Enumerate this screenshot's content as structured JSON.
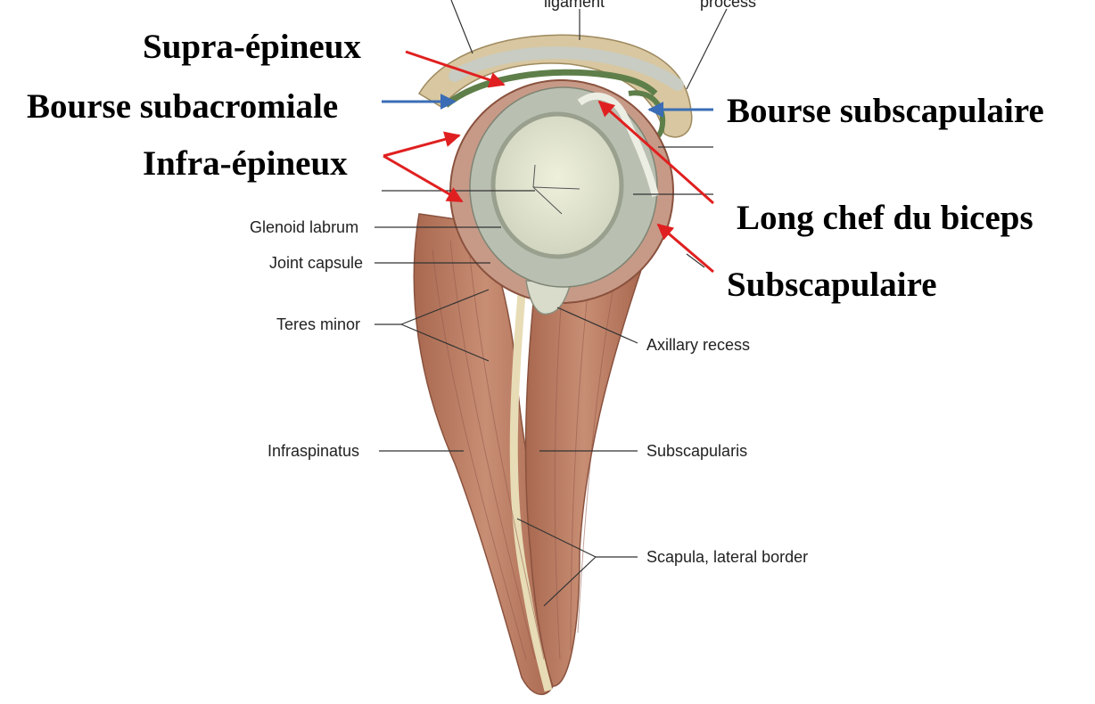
{
  "labels_fr": {
    "supra_epineux": "Supra-épineux",
    "bourse_subacromiale": "Bourse subacromiale",
    "infra_epineux": "Infra-épineux",
    "bourse_subscapulaire": "Bourse subscapulaire",
    "long_chef_biceps": "Long chef du biceps",
    "subscapulaire": "Subscapulaire"
  },
  "labels_en": {
    "ligament": "ligament",
    "process": "process",
    "glenoid_labrum": "Glenoid labrum",
    "joint_capsule": "Joint capsule",
    "teres_minor": "Teres minor",
    "axillary_recess": "Axillary recess",
    "infraspinatus": "Infraspinatus",
    "subscapularis": "Subscapularis",
    "scapula_lateral_border": "Scapula, lateral border"
  },
  "colors": {
    "muscle": "#b87a62",
    "muscle_dark": "#9a5e48",
    "cartilage": "#e8ead8",
    "bone": "#d8c7a0",
    "bursa": "#5f7f4a",
    "arrow_red": "#e02020",
    "arrow_blue": "#3a6db5"
  }
}
